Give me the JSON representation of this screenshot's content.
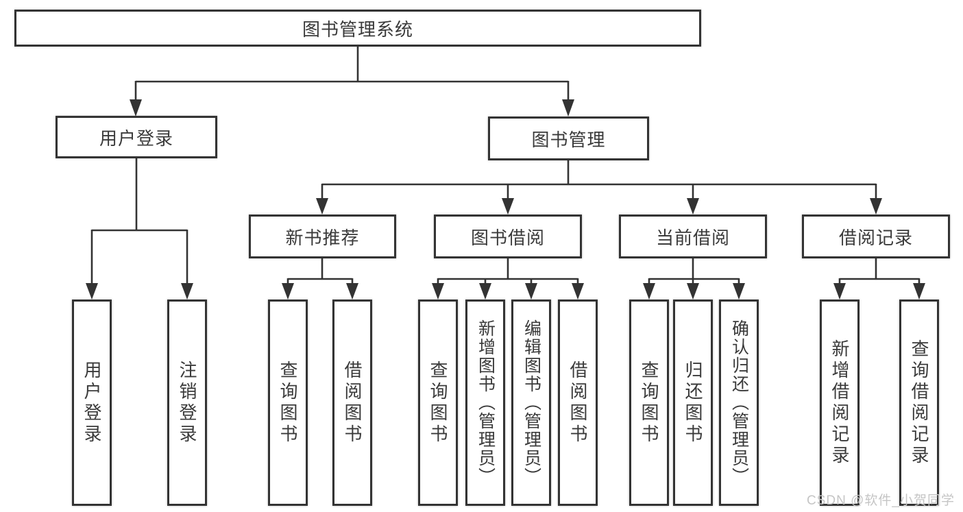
{
  "diagram": {
    "type": "tree-structure-diagram",
    "root": {
      "label": "图书管理系统"
    },
    "level2": [
      {
        "id": "user-login",
        "label": "用户登录"
      },
      {
        "id": "book-management",
        "label": "图书管理"
      }
    ],
    "level3": [
      {
        "id": "new-book-recommend",
        "parent": "图书管理",
        "label": "新书推荐"
      },
      {
        "id": "book-borrow",
        "parent": "图书管理",
        "label": "图书借阅"
      },
      {
        "id": "current-borrow",
        "parent": "图书管理",
        "label": "当前借阅"
      },
      {
        "id": "borrow-records",
        "parent": "图书管理",
        "label": "借阅记录"
      }
    ],
    "leaves": [
      {
        "parent": "用户登录",
        "label": "用户登录"
      },
      {
        "parent": "用户登录",
        "label": "注销登录"
      },
      {
        "parent": "新书推荐",
        "label": "查询图书"
      },
      {
        "parent": "新书推荐",
        "label": "借阅图书"
      },
      {
        "parent": "图书借阅",
        "label": "查询图书"
      },
      {
        "parent": "图书借阅",
        "label": "新增图书（管理员）"
      },
      {
        "parent": "图书借阅",
        "label": "编辑图书（管理员）"
      },
      {
        "parent": "图书借阅",
        "label": "借阅图书"
      },
      {
        "parent": "当前借阅",
        "label": "查询图书"
      },
      {
        "parent": "当前借阅",
        "label": "归还图书"
      },
      {
        "parent": "当前借阅",
        "label": "确认归还（管理员）"
      },
      {
        "parent": "借阅记录",
        "label": "新增借阅记录"
      },
      {
        "parent": "借阅记录",
        "label": "查询借阅记录"
      }
    ],
    "watermark": "CSDN @软件_小贺同学",
    "colors": {
      "line": "#333333",
      "box_border": "#333333",
      "box_fill": "#ffffff",
      "text": "#3a3a3a",
      "watermark": "#c5c5c5",
      "background": "#ffffff"
    }
  }
}
